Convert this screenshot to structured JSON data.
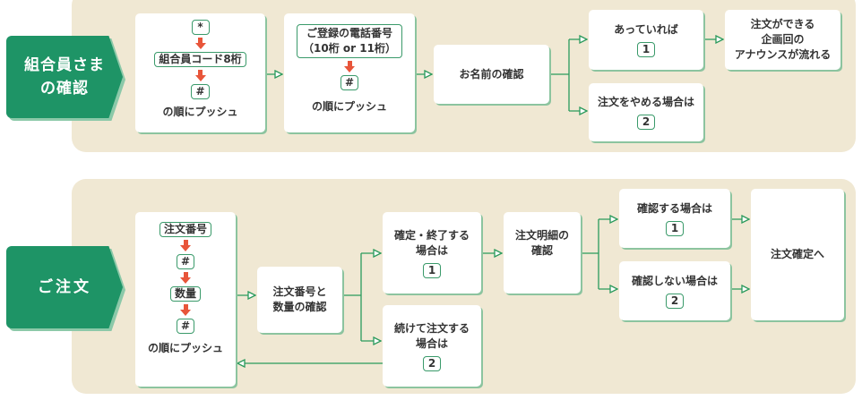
{
  "colors": {
    "accent_green": "#1e9466",
    "panel_bg": "#f0e8d3",
    "arrow_red": "#e8553a",
    "connector_green": "#2a9a5c"
  },
  "member_check": {
    "tag": [
      "組合員さま",
      "の確認"
    ],
    "push_box": {
      "keys": [
        "*",
        "組合員コード8桁",
        "#"
      ],
      "footer": "の順にプッシュ"
    },
    "phone_box": {
      "key_lines": [
        "ご登録の電話番号",
        "（10桁 or 11桁）"
      ],
      "keys": [
        "#"
      ],
      "footer": "の順にプッシュ"
    },
    "name_check": "お名前の確認",
    "if_correct": {
      "label": "あっていれば",
      "key": "1"
    },
    "if_cancel": {
      "label": "注文をやめる場合は",
      "key": "2"
    },
    "announcement": [
      "注文ができる",
      "企画回の",
      "アナウンスが流れる"
    ]
  },
  "order": {
    "tag": "ご注文",
    "push_box": {
      "keys": [
        "注文番号",
        "#",
        "数量",
        "#"
      ],
      "footer": "の順にプッシュ"
    },
    "qty_check": [
      "注文番号と",
      "数量の確認"
    ],
    "finish": {
      "lines": [
        "確定・終了する",
        "場合は"
      ],
      "key": "1"
    },
    "continue": {
      "lines": [
        "続けて注文する",
        "場合は"
      ],
      "key": "2"
    },
    "detail_check": [
      "注文明細の",
      "確認"
    ],
    "confirm": {
      "label": "確認する場合は",
      "key": "1"
    },
    "no_confirm": {
      "label": "確認しない場合は",
      "key": "2"
    },
    "final": "注文確定へ"
  }
}
